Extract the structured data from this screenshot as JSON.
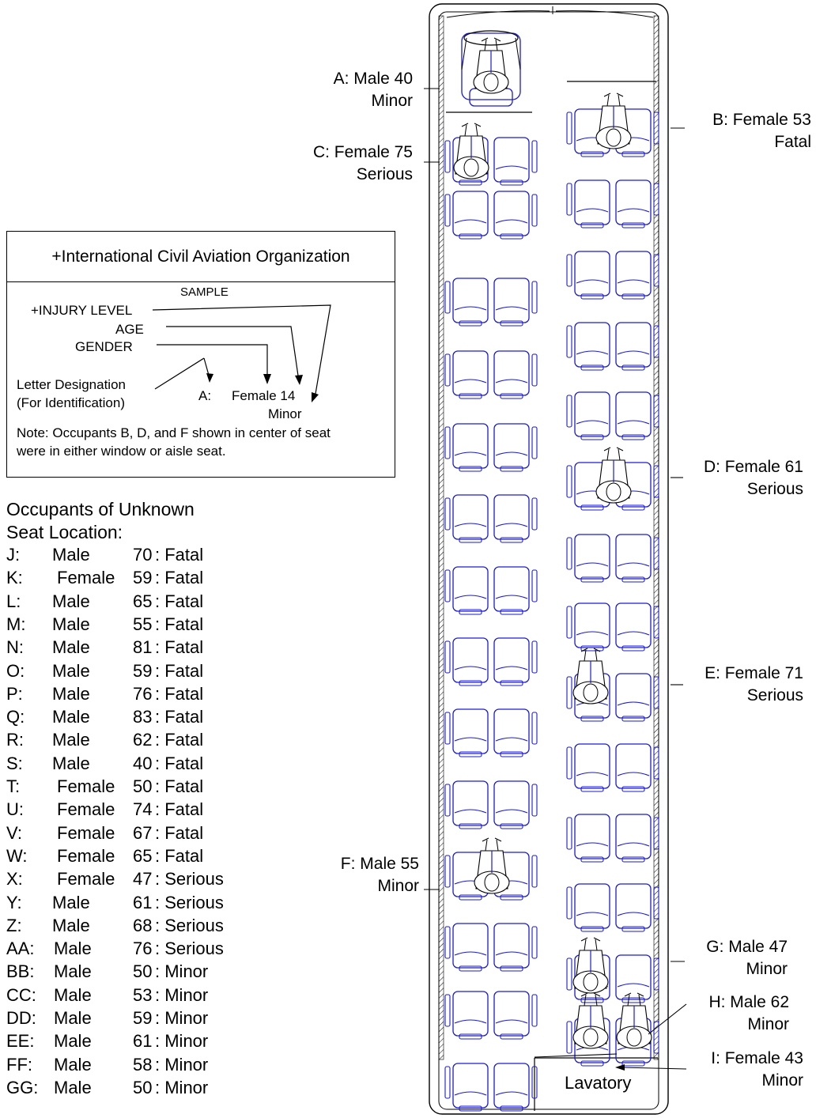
{
  "legend": {
    "org": "+International Civil Aviation Organization",
    "sample": "SAMPLE",
    "injury_level": "+INJURY LEVEL",
    "age": "AGE",
    "gender": "GENDER",
    "letter_designation": "Letter Designation",
    "for_identification": "(For Identification)",
    "example_letter": "A:",
    "example_gender_age": "Female 14",
    "example_injury": "Minor",
    "note_line1": "Note: Occupants B, D, and F shown in center of seat",
    "note_line2": "were in either window or aisle seat."
  },
  "unknown": {
    "heading_line1": "Occupants of Unknown",
    "heading_line2": "Seat Location:",
    "occupants": [
      {
        "id": "J:",
        "gender": "Male",
        "age": "70",
        "injury": ": Fatal"
      },
      {
        "id": "K:",
        "gender": "Female",
        "age": "59",
        "injury": ": Fatal"
      },
      {
        "id": "L:",
        "gender": "Male",
        "age": "65",
        "injury": ": Fatal"
      },
      {
        "id": "M:",
        "gender": "Male",
        "age": "55",
        "injury": ": Fatal"
      },
      {
        "id": "N:",
        "gender": "Male",
        "age": "81",
        "injury": ": Fatal"
      },
      {
        "id": "O:",
        "gender": "Male",
        "age": "59",
        "injury": ": Fatal"
      },
      {
        "id": "P:",
        "gender": "Male",
        "age": "76",
        "injury": ": Fatal"
      },
      {
        "id": "Q:",
        "gender": "Male",
        "age": "83",
        "injury": ": Fatal"
      },
      {
        "id": "R:",
        "gender": "Male",
        "age": "62",
        "injury": ": Fatal"
      },
      {
        "id": "S:",
        "gender": "Male",
        "age": "40",
        "injury": ": Fatal"
      },
      {
        "id": "T:",
        "gender": "Female",
        "age": "50",
        "injury": ": Fatal"
      },
      {
        "id": "U:",
        "gender": "Female",
        "age": "74",
        "injury": ": Fatal"
      },
      {
        "id": "V:",
        "gender": "Female",
        "age": "67",
        "injury": ": Fatal"
      },
      {
        "id": "W:",
        "gender": "Female",
        "age": "65",
        "injury": ": Fatal"
      },
      {
        "id": "X:",
        "gender": "Female",
        "age": "47",
        "injury": ": Serious"
      },
      {
        "id": "Y:",
        "gender": "Male",
        "age": "61",
        "injury": ": Serious"
      },
      {
        "id": "Z:",
        "gender": "Male",
        "age": "68",
        "injury": ": Serious"
      },
      {
        "id": "AA:",
        "gender": "Male",
        "age": "76",
        "injury": ": Serious"
      },
      {
        "id": "BB:",
        "gender": "Male",
        "age": "50",
        "injury": ": Minor"
      },
      {
        "id": "CC:",
        "gender": "Male",
        "age": "53",
        "injury": ": Minor"
      },
      {
        "id": "DD:",
        "gender": "Male",
        "age": "59",
        "injury": ": Minor"
      },
      {
        "id": "EE:",
        "gender": "Male",
        "age": "61",
        "injury": ": Minor"
      },
      {
        "id": "FF:",
        "gender": "Male",
        "age": "58",
        "injury": ": Minor"
      },
      {
        "id": "GG:",
        "gender": "Male",
        "age": "50",
        "injury": ": Minor"
      }
    ]
  },
  "seated": [
    {
      "label": "A: Male 40",
      "injury": "Minor"
    },
    {
      "label": "B: Female 53",
      "injury": "Fatal"
    },
    {
      "label": "C: Female 75",
      "injury": "Serious"
    },
    {
      "label": "D: Female 61",
      "injury": "Serious"
    },
    {
      "label": "E: Female 71",
      "injury": "Serious"
    },
    {
      "label": "F: Male 55",
      "injury": "Minor"
    },
    {
      "label": "G: Male 47",
      "injury": "Minor"
    },
    {
      "label": "H: Male 62",
      "injury": "Minor"
    },
    {
      "label": "I: Female 43",
      "injury": "Minor"
    }
  ],
  "cabin": {
    "lavatory": "Lavatory",
    "seat_color": "#1a1adb"
  }
}
